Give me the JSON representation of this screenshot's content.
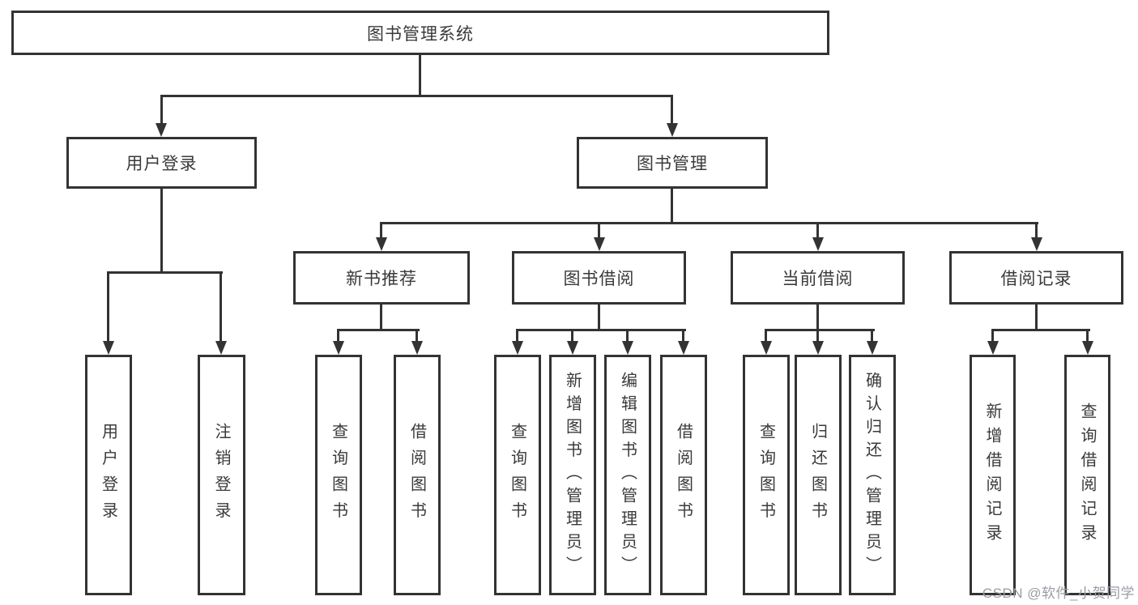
{
  "tree": {
    "label": "图书管理系统",
    "children": [
      {
        "label": "用户登录",
        "children": [
          {
            "label": "用户登录"
          },
          {
            "label": "注销登录"
          }
        ]
      },
      {
        "label": "图书管理",
        "children": [
          {
            "label": "新书推荐",
            "children": [
              {
                "label": "查询图书"
              },
              {
                "label": "借阅图书"
              }
            ]
          },
          {
            "label": "图书借阅",
            "children": [
              {
                "label": "查询图书"
              },
              {
                "label": "新增图书（管理员）"
              },
              {
                "label": "编辑图书（管理员）"
              },
              {
                "label": "借阅图书"
              }
            ]
          },
          {
            "label": "当前借阅",
            "children": [
              {
                "label": "查询图书"
              },
              {
                "label": "归还图书"
              },
              {
                "label": "确认归还（管理员）"
              }
            ]
          },
          {
            "label": "借阅记录",
            "children": [
              {
                "label": "新增借阅记录"
              },
              {
                "label": "查询借阅记录"
              }
            ]
          }
        ]
      }
    ]
  },
  "watermark": {
    "text": "CSDN @软件_小贺同学"
  },
  "colors": {
    "line": "#333333",
    "box_border": "#333333",
    "box_fill": "#ffffff",
    "text": "#3a3a3a",
    "watermark": "#999da3",
    "background": "#ffffff"
  }
}
